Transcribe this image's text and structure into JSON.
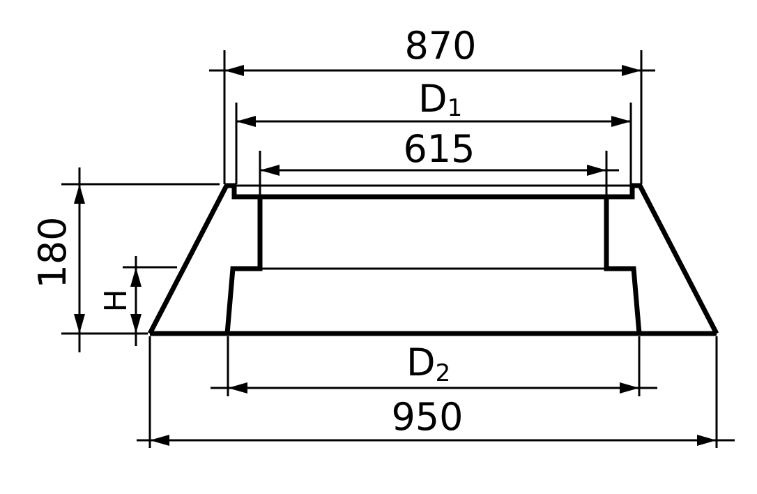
{
  "dimensions": {
    "top_width": "870",
    "d1_label": "D",
    "d1_sub": "1",
    "inner_width": "615",
    "height_total": "180",
    "height_h": "H",
    "d2_label": "D",
    "d2_sub": "2",
    "bottom_width": "950"
  },
  "colors": {
    "line": "#000000",
    "background": "#ffffff"
  }
}
